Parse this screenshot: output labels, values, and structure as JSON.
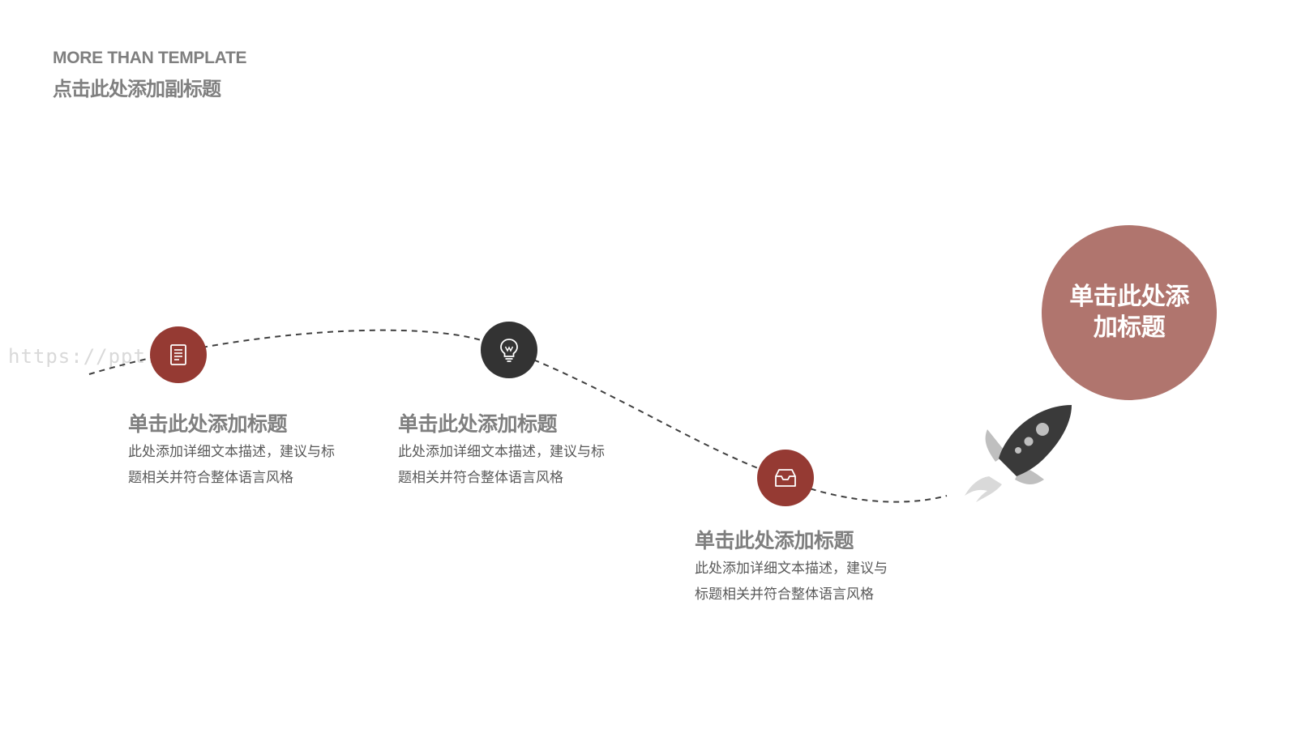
{
  "header": {
    "title_en": "MORE THAN TEMPLATE",
    "subtitle_cn": "点击此处添加副标题"
  },
  "watermark": "https://ppt.pk",
  "steps": [
    {
      "icon": "document-icon",
      "color": "#953a33",
      "title": "单击此处添加标题",
      "desc_line1": "此处添加详细文本描述，建议与标",
      "desc_line2": "题相关并符合整体语言风格"
    },
    {
      "icon": "lightbulb-icon",
      "color": "#333333",
      "title": "单击此处添加标题",
      "desc_line1": "此处添加详细文本描述，建议与标",
      "desc_line2": "题相关并符合整体语言风格"
    },
    {
      "icon": "inbox-tray-icon",
      "color": "#953a33",
      "title": "单击此处添加标题",
      "desc_line1": "此处添加详细文本描述，建议与",
      "desc_line2": "标题相关并符合整体语言风格"
    }
  ],
  "goal": {
    "line1": "单击此处添",
    "line2": "加标题",
    "color": "#b0756e",
    "icon": "rocket-icon"
  }
}
